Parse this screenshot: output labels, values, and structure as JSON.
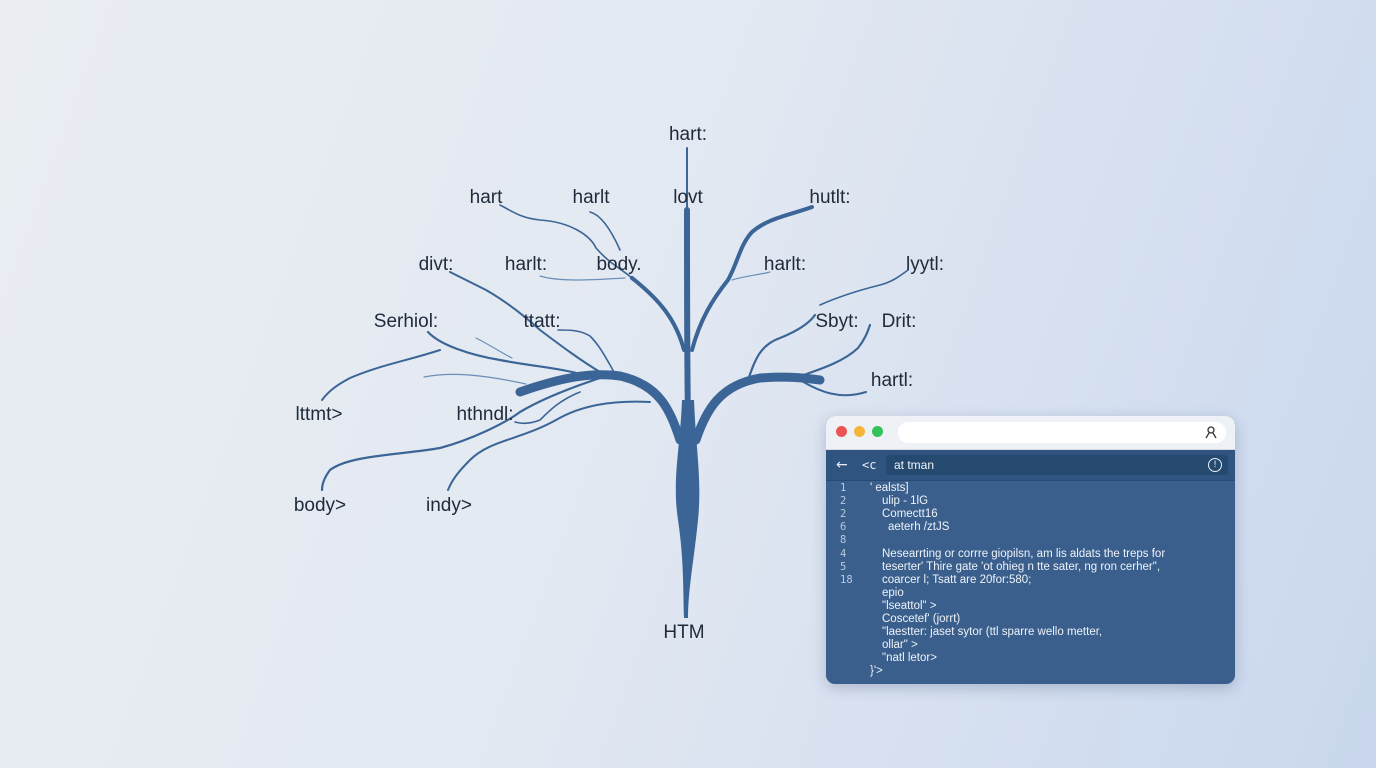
{
  "diagram": {
    "root": "HTM",
    "labels": [
      {
        "id": "top",
        "text": "hart:"
      },
      {
        "id": "l1",
        "text": "hart"
      },
      {
        "id": "l2",
        "text": "harlt"
      },
      {
        "id": "l3",
        "text": "lovt"
      },
      {
        "id": "l4",
        "text": "hutlt:"
      },
      {
        "id": "l5",
        "text": "divt:"
      },
      {
        "id": "l6",
        "text": "harlt:"
      },
      {
        "id": "l7",
        "text": "body."
      },
      {
        "id": "l8",
        "text": "harlt:"
      },
      {
        "id": "l9",
        "text": "lyytl:"
      },
      {
        "id": "l10",
        "text": "Serhiol:"
      },
      {
        "id": "l11",
        "text": "ttatt:"
      },
      {
        "id": "l12",
        "text": "Sbyt:"
      },
      {
        "id": "l13",
        "text": "Drit:"
      },
      {
        "id": "l14",
        "text": "hartl:"
      },
      {
        "id": "l15",
        "text": "lttmt>"
      },
      {
        "id": "l16",
        "text": "hthndl:"
      },
      {
        "id": "l17",
        "text": "body>"
      },
      {
        "id": "l18",
        "text": "indy>"
      }
    ]
  },
  "browser": {
    "address": "at tman",
    "collapse_label": "<c",
    "back_icon": "back-arrow-icon",
    "info_icon": "info-icon",
    "user_icon": "user-icon",
    "traffic_colors": [
      "#ec5453",
      "#f4b63a",
      "#34c25a"
    ],
    "code_lines": [
      {
        "n": "1",
        "t": "' ealsts]"
      },
      {
        "n": "2",
        "t": "ulip - 1lG"
      },
      {
        "n": "2",
        "t": "Comectt16"
      },
      {
        "n": "6",
        "t": "aeterh /ztJS"
      },
      {
        "n": "8",
        "t": ""
      },
      {
        "n": "4",
        "t": "Nesearrting or corrre giopilsn, am lis aldats the treps for"
      },
      {
        "n": "5",
        "t": "teserter' Thire gate 'ot ohieg n tte sater, ng ron cerher\","
      },
      {
        "n": "18",
        "t": "coarcer l; Tsatt are 20for:580;"
      },
      {
        "n": "",
        "t": "epio"
      },
      {
        "n": "",
        "t": "\"lseattol\" >"
      },
      {
        "n": "",
        "t": "Coscetef' (jorrt)"
      },
      {
        "n": "",
        "t": "\"laestter: jaset sytor (ttl sparre wello metter,"
      },
      {
        "n": "",
        "t": "ollar\" >"
      },
      {
        "n": "",
        "t": "\"natl letor>"
      },
      {
        "n": "",
        "t": "}'>"
      }
    ]
  },
  "colors": {
    "tree": "#3b6596",
    "text": "#1f2a3a",
    "code_panel": "#3a5f8c"
  }
}
